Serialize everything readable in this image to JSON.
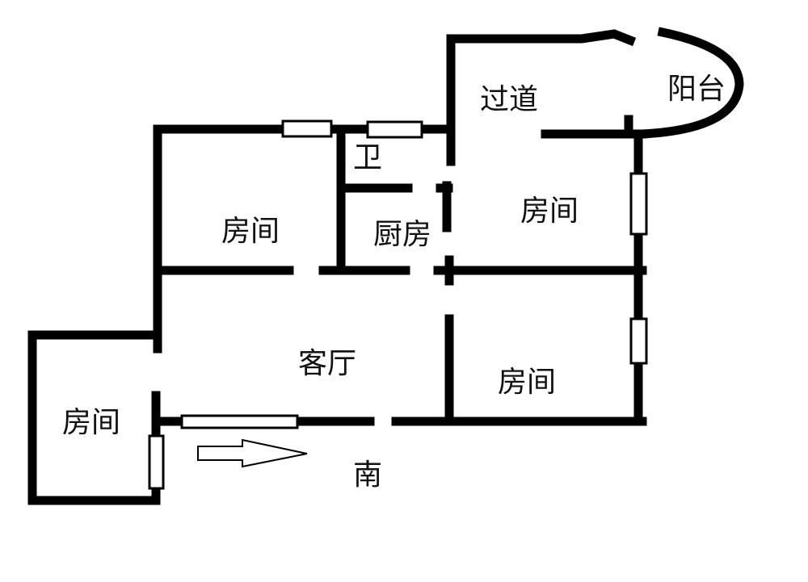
{
  "title": "户型图",
  "rooms": {
    "passage": "过道",
    "balcony": "阳台",
    "bathroom": "卫",
    "bedroom_nw": "房间",
    "kitchen": "厨房",
    "bedroom_ne": "房间",
    "living_room": "客厅",
    "bedroom_se": "房间",
    "bedroom_sw": "房间"
  },
  "orientation": {
    "label": "南",
    "icon": "arrow-right-icon"
  },
  "colors": {
    "wall": "#000000",
    "background": "#ffffff"
  }
}
